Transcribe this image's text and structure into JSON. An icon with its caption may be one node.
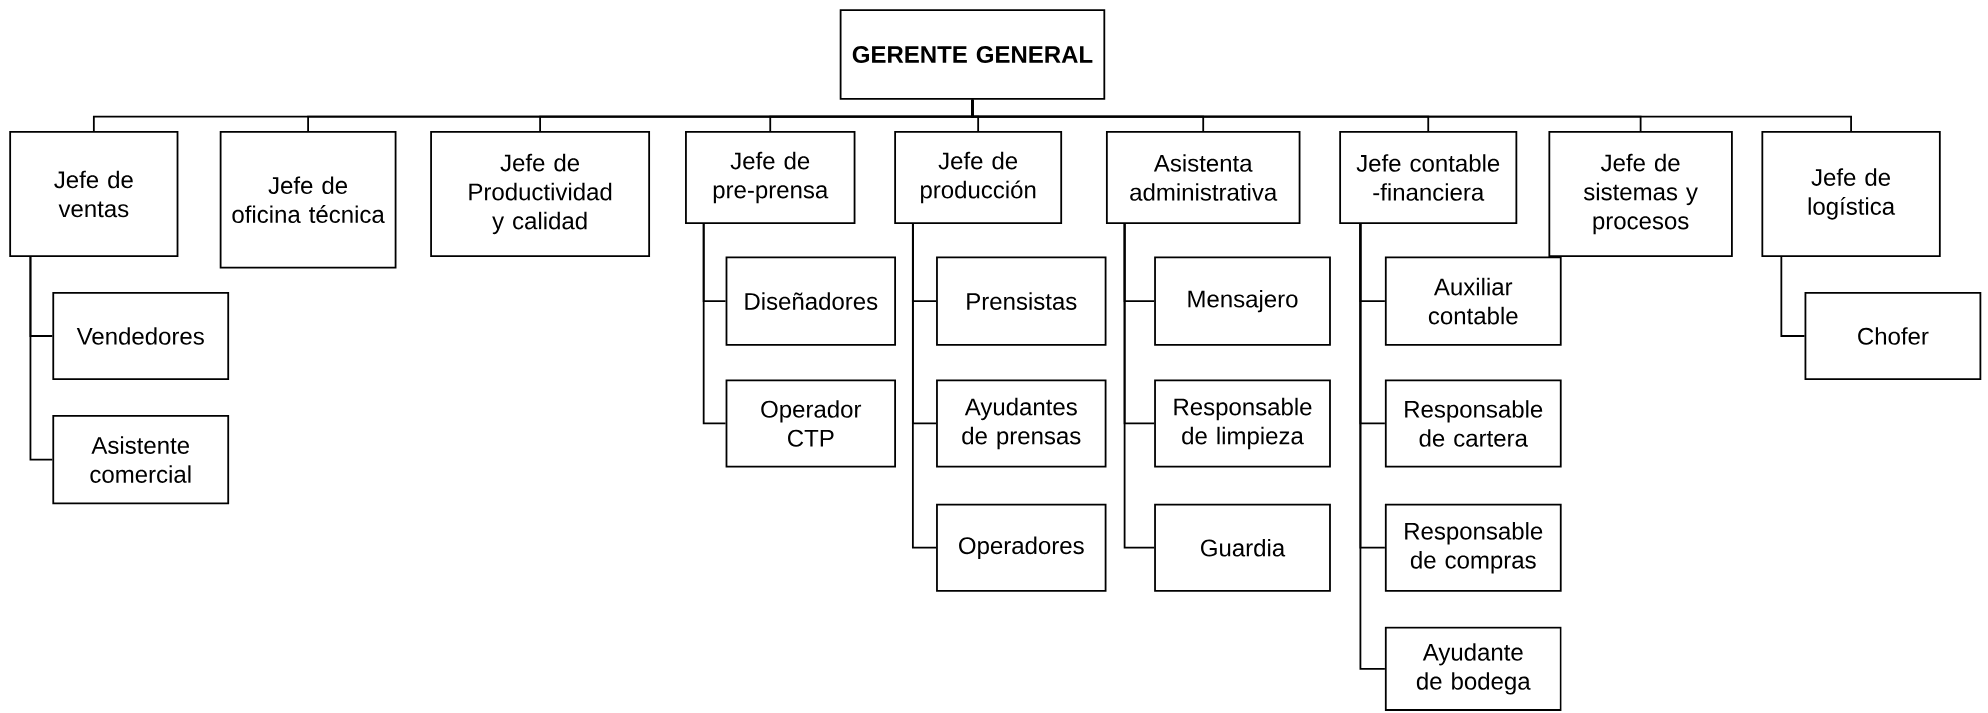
{
  "diagram": {
    "nodes": [
      {
        "text": [
          "GERENTE GENERAL"
        ]
      },
      {
        "text": [
          "Jefe de ventas"
        ]
      },
      {
        "text": [
          "Jefe de oficina técnica"
        ]
      },
      {
        "text": [
          "Jefe de Productividad y calidad"
        ]
      },
      {
        "text": [
          "Jefe de pre-prensa"
        ]
      },
      {
        "text": [
          "Jefe de producción"
        ]
      },
      {
        "text": [
          "Asistenta administrativa"
        ]
      },
      {
        "text": [
          "Jefe contable -financiera"
        ]
      },
      {
        "text": [
          "Jefe de sistemas y procesos"
        ]
      },
      {
        "text": [
          "Jefe de logística"
        ]
      },
      {
        "text": [
          "Vendedores"
        ]
      },
      {
        "text": [
          "Asistente comercial"
        ]
      },
      {
        "text": [
          "Diseñadores"
        ]
      },
      {
        "text": [
          "Operador CTP"
        ]
      },
      {
        "text": [
          "Prensistas"
        ]
      },
      {
        "text": [
          "Ayudantes de prensas"
        ]
      },
      {
        "text": [
          "Operadores"
        ]
      },
      {
        "text": [
          "Mensajero"
        ]
      },
      {
        "text": [
          "Responsable de limpieza"
        ]
      },
      {
        "text": [
          "Guardia"
        ]
      },
      {
        "text": [
          "Auxiliar contable"
        ]
      },
      {
        "text": [
          "Responsable de cartera"
        ]
      },
      {
        "text": [
          "Responsable de compras"
        ]
      },
      {
        "text": [
          "Ayudante de bodega"
        ]
      },
      {
        "text": [
          "Chofer"
        ]
      }
    ],
    "edges": [
      {
        "from": 0,
        "to": 1,
        "arrow": "none"
      },
      {
        "from": 0,
        "to": 2,
        "arrow": "none"
      },
      {
        "from": 0,
        "to": 3,
        "arrow": "none"
      },
      {
        "from": 0,
        "to": 4,
        "arrow": "none"
      },
      {
        "from": 0,
        "to": 5,
        "arrow": "none"
      },
      {
        "from": 0,
        "to": 6,
        "arrow": "none"
      },
      {
        "from": 0,
        "to": 7,
        "arrow": "none"
      },
      {
        "from": 0,
        "to": 8,
        "arrow": "none"
      },
      {
        "from": 0,
        "to": 9,
        "arrow": "none"
      },
      {
        "from": 1,
        "to": 10,
        "arrow": "none"
      },
      {
        "from": 1,
        "to": 11,
        "arrow": "none"
      },
      {
        "from": 4,
        "to": 12,
        "arrow": "none"
      },
      {
        "from": 4,
        "to": 13,
        "arrow": "none"
      },
      {
        "from": 5,
        "to": 14,
        "arrow": "none"
      },
      {
        "from": 5,
        "to": 15,
        "arrow": "none"
      },
      {
        "from": 5,
        "to": 16,
        "arrow": "none"
      },
      {
        "from": 6,
        "to": 17,
        "arrow": "none"
      },
      {
        "from": 6,
        "to": 18,
        "arrow": "none"
      },
      {
        "from": 6,
        "to": 19,
        "arrow": "none"
      },
      {
        "from": 7,
        "to": 20,
        "arrow": "none"
      },
      {
        "from": 7,
        "to": 21,
        "arrow": "none"
      },
      {
        "from": 7,
        "to": 22,
        "arrow": "none"
      },
      {
        "from": 7,
        "to": 23,
        "arrow": "none"
      },
      {
        "from": 9,
        "to": 24,
        "arrow": "none"
      }
    ]
  }
}
